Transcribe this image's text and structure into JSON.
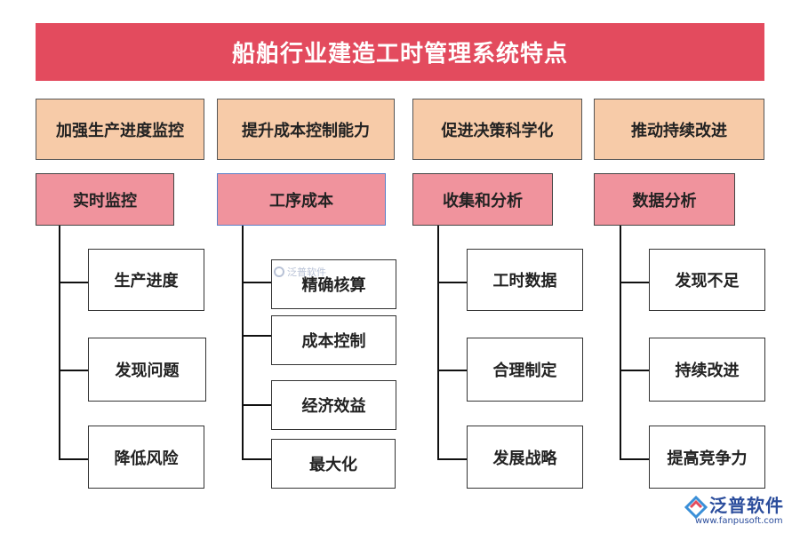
{
  "title": "船舶行业建造工时管理系统特点",
  "columns": [
    {
      "feature": "加强生产进度监控",
      "sub": "实时监控",
      "items": [
        "生产进度",
        "发现问题",
        "降低风险"
      ]
    },
    {
      "feature": "提升成本控制能力",
      "sub": "工序成本",
      "items": [
        "精确核算",
        "成本控制",
        "经济效益",
        "最大化"
      ]
    },
    {
      "feature": "促进决策科学化",
      "sub": "收集和分析",
      "items": [
        "工时数据",
        "合理制定",
        "发展战略"
      ]
    },
    {
      "feature": "推动持续改进",
      "sub": "数据分析",
      "items": [
        "发现不足",
        "持续改进",
        "提高竞争力"
      ]
    }
  ],
  "watermark": "泛普软件",
  "logo": {
    "name": "泛普软件",
    "url": "www.fanpusoft.com",
    "colors": {
      "primary": "#2b4d9c",
      "accent": "#e34b5e",
      "secondary": "#3a8fd8"
    }
  },
  "colors": {
    "title_bg": "#e34b5e",
    "feature_bg": "#f7cba8",
    "sub_bg": "#f0939d",
    "item_bg": "#ffffff"
  }
}
